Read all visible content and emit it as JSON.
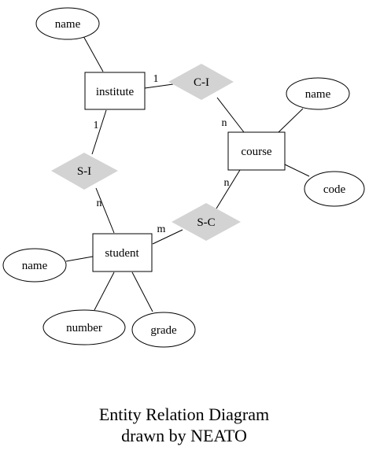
{
  "entities": {
    "institute": "institute",
    "course": "course",
    "student": "student"
  },
  "relationships": {
    "ci": "C-I",
    "si": "S-I",
    "sc": "S-C"
  },
  "attributes": {
    "institute_name": "name",
    "course_name": "name",
    "course_code": "code",
    "student_name": "name",
    "student_number": "number",
    "student_grade": "grade"
  },
  "cardinalities": {
    "institute_ci": "1",
    "ci_course": "n",
    "institute_si": "1",
    "si_student": "n",
    "course_sc": "n",
    "sc_student": "m"
  },
  "caption": {
    "line1": "Entity Relation Diagram",
    "line2": "drawn by NEATO"
  },
  "colors": {
    "relationship_fill": "#d3d3d3",
    "stroke": "#000000"
  }
}
